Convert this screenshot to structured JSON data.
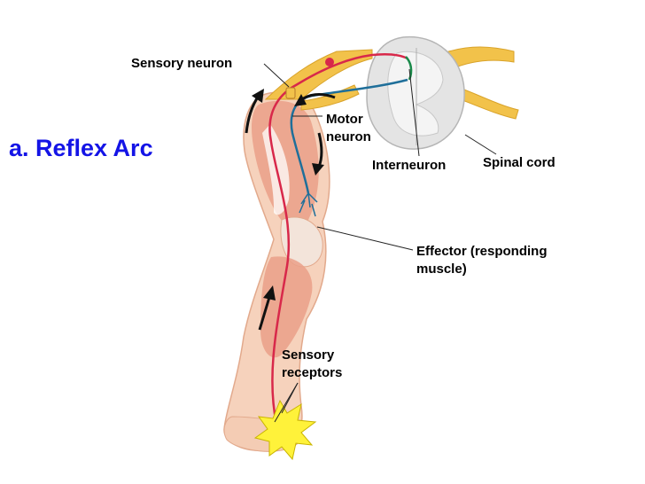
{
  "title": "a. Reflex Arc",
  "labels": {
    "sensory_neuron": "Sensory neuron",
    "motor_neuron_line1": "Motor",
    "motor_neuron_line2": "neuron",
    "interneuron": "Interneuron",
    "spinal_cord": "Spinal cord",
    "effector_line1": "Effector (responding",
    "effector_line2": "muscle)",
    "sensory_receptors_line1": "Sensory",
    "sensory_receptors_line2": "receptors"
  },
  "colors": {
    "title": "#1414e6",
    "sensory_path": "#d8284a",
    "motor_path": "#1f6f9a",
    "interneuron": "#1a8a4a",
    "nerve_yellow": "#f2c24a",
    "muscle": "#eaa088",
    "spinal_gray": "#e4e4e4",
    "stimulus": "#fff23a"
  }
}
